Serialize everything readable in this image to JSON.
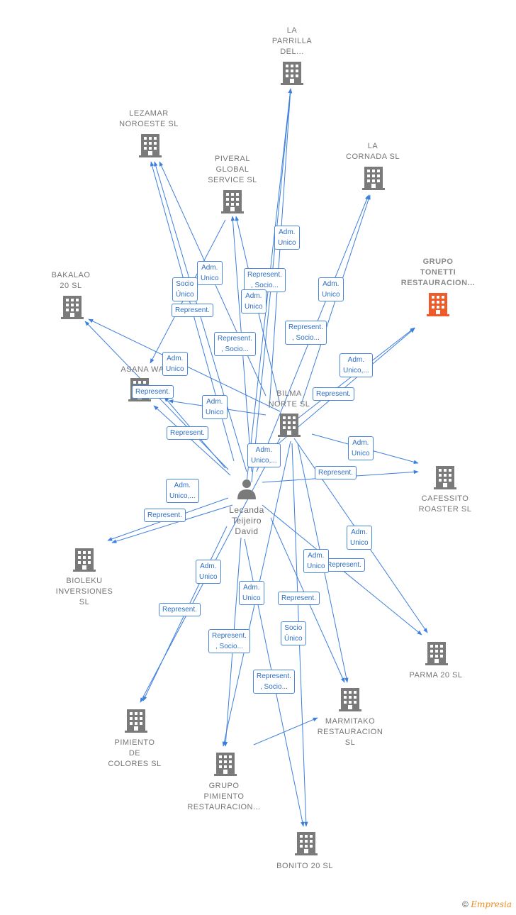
{
  "colors": {
    "edge": "#3d7fdc",
    "company": "#7a7a7a",
    "focus": "#f05a28",
    "person": "#7a7a7a"
  },
  "person": {
    "name": "Lecanda\nTeijeiro\nDavid",
    "icon": "person-icon"
  },
  "companies": [
    {
      "id": "parrilla",
      "name": "LA\nPARRILLA\nDEL...",
      "icon": "building-icon"
    },
    {
      "id": "lezamar",
      "name": "LEZAMAR\nNOROESTE SL",
      "icon": "building-icon"
    },
    {
      "id": "cornada",
      "name": "LA\nCORNADA SL",
      "icon": "building-icon"
    },
    {
      "id": "piveral",
      "name": "PIVERAL\nGLOBAL\nSERVICE SL",
      "icon": "building-icon"
    },
    {
      "id": "tonetti",
      "name": "GRUPO\nTONETTI\nRESTAURACION...",
      "icon": "building-icon",
      "focus": true
    },
    {
      "id": "bakalao",
      "name": "BAKALAO\n20 SL",
      "icon": "building-icon"
    },
    {
      "id": "asana",
      "name": "ASANA WAY S",
      "icon": "building-icon"
    },
    {
      "id": "bilma",
      "name": "BILMA\nNORTE SL",
      "icon": "building-icon"
    },
    {
      "id": "cafessito",
      "name": "CAFESSITO\nROASTER SL",
      "icon": "building-icon"
    },
    {
      "id": "bioleku",
      "name": "BIOLEKU\nINVERSIONES\nSL",
      "icon": "building-icon"
    },
    {
      "id": "parma",
      "name": "PARMA 20 SL",
      "icon": "building-icon"
    },
    {
      "id": "marmitako",
      "name": "MARMITAKO\nRESTAURACION\nSL",
      "icon": "building-icon"
    },
    {
      "id": "pimiento",
      "name": "PIMIENTO\nDE\nCOLORES SL",
      "icon": "building-icon"
    },
    {
      "id": "grupopimiento",
      "name": "GRUPO\nPIMIENTO\nRESTAURACION...",
      "icon": "building-icon"
    },
    {
      "id": "bonito",
      "name": "BONITO 20 SL",
      "icon": "building-icon"
    }
  ],
  "relations": [
    "Adm.\nUnico",
    "Socio\nÚnico",
    "Adm.\nUnico",
    "Represent.\n, Socio...",
    "Adm.\nUnico",
    "Represent.",
    "Adm.\nUnico",
    "Represent.\n, Socio...",
    "Represent.\n, Socio...",
    "Adm.\nUnico",
    "Adm.\nUnico,...",
    "Represent.",
    "Represent.",
    "Adm.\nUnico",
    "Represent.",
    "Adm.\nUnico",
    "Adm.\nUnico,...",
    "Represent.",
    "Adm.\nUnico,...",
    "Represent.",
    "Adm.\nUnico",
    "Represent.",
    "Adm.\nUnico",
    "Represent.",
    "Adm.\nUnico",
    "Represent.",
    "Represent.\n, Socio...",
    "Adm.\nUnico",
    "Represent.\n, Socio...",
    "Socio\nÚnico"
  ],
  "footer": {
    "copyright": "©",
    "brand": "Empresia"
  }
}
